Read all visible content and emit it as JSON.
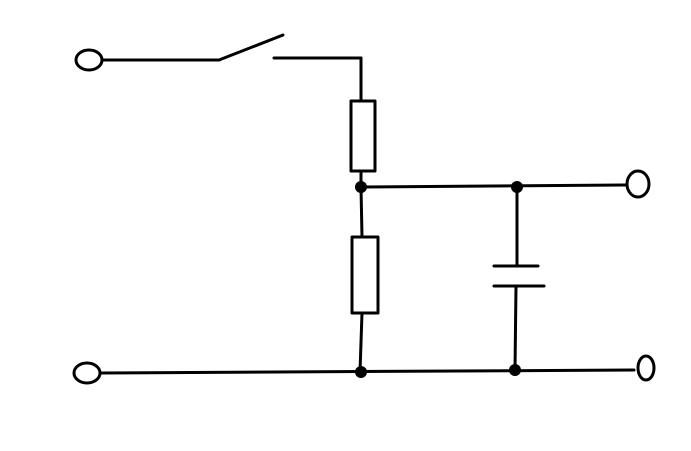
{
  "diagram": {
    "type": "circuit-schematic",
    "colors": {
      "background": "#ffffff",
      "stroke": "#000000"
    },
    "components": [
      {
        "kind": "input-terminal",
        "role": "top-left"
      },
      {
        "kind": "input-terminal",
        "role": "bottom-left"
      },
      {
        "kind": "switch",
        "state": "open"
      },
      {
        "kind": "resistor",
        "role": "upper"
      },
      {
        "kind": "resistor",
        "role": "lower"
      },
      {
        "kind": "capacitor"
      },
      {
        "kind": "output-terminal",
        "role": "top-right"
      },
      {
        "kind": "output-terminal",
        "role": "bottom-right"
      },
      {
        "kind": "junction-node",
        "count": 4
      }
    ]
  }
}
